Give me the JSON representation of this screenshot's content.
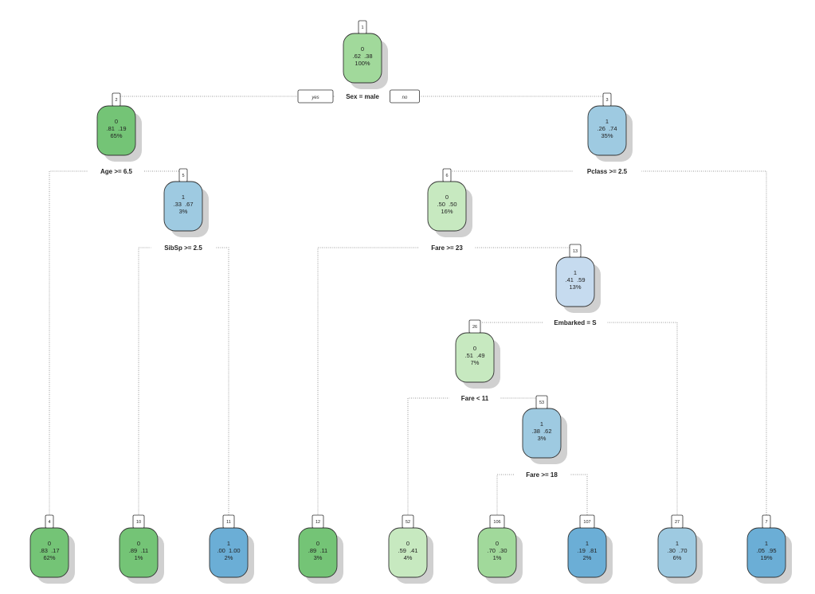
{
  "tree": {
    "yes_label": "yes",
    "no_label": "no",
    "nodes": [
      {
        "id": "1",
        "cls": "0",
        "probs": ".62  .38",
        "pct": "100%",
        "color": "#a1d99b"
      },
      {
        "id": "2",
        "cls": "0",
        "probs": ".81  .19",
        "pct": "65%",
        "color": "#74c476"
      },
      {
        "id": "3",
        "cls": "1",
        "probs": ".26  .74",
        "pct": "35%",
        "color": "#9ecae1"
      },
      {
        "id": "5",
        "cls": "1",
        "probs": ".33  .67",
        "pct": "3%",
        "color": "#9ecae1"
      },
      {
        "id": "6",
        "cls": "0",
        "probs": ".50  .50",
        "pct": "16%",
        "color": "#c7e9c0"
      },
      {
        "id": "13",
        "cls": "1",
        "probs": ".41  .59",
        "pct": "13%",
        "color": "#c6dbef"
      },
      {
        "id": "26",
        "cls": "0",
        "probs": ".51  .49",
        "pct": "7%",
        "color": "#c7e9c0"
      },
      {
        "id": "53",
        "cls": "1",
        "probs": ".38  .62",
        "pct": "3%",
        "color": "#9ecae1"
      },
      {
        "id": "4",
        "cls": "0",
        "probs": ".83  .17",
        "pct": "62%",
        "color": "#74c476"
      },
      {
        "id": "10",
        "cls": "0",
        "probs": ".89  .11",
        "pct": "1%",
        "color": "#74c476"
      },
      {
        "id": "11",
        "cls": "1",
        "probs": ".00  1.00",
        "pct": "2%",
        "color": "#6baed6"
      },
      {
        "id": "12",
        "cls": "0",
        "probs": ".89  .11",
        "pct": "3%",
        "color": "#74c476"
      },
      {
        "id": "52",
        "cls": "0",
        "probs": ".59  .41",
        "pct": "4%",
        "color": "#c7e9c0"
      },
      {
        "id": "106",
        "cls": "0",
        "probs": ".70  .30",
        "pct": "1%",
        "color": "#a1d99b"
      },
      {
        "id": "107",
        "cls": "1",
        "probs": ".19  .81",
        "pct": "2%",
        "color": "#6baed6"
      },
      {
        "id": "27",
        "cls": "1",
        "probs": ".30  .70",
        "pct": "6%",
        "color": "#9ecae1"
      },
      {
        "id": "7",
        "cls": "1",
        "probs": ".05  .95",
        "pct": "19%",
        "color": "#6baed6"
      }
    ],
    "splits": [
      {
        "node": "1",
        "label": "Sex = male",
        "left": "2",
        "right": "3"
      },
      {
        "node": "2",
        "label": "Age >= 6.5",
        "left": "4",
        "right": "5"
      },
      {
        "node": "3",
        "label": "Pclass >= 2.5",
        "left": "6",
        "right": "7"
      },
      {
        "node": "5",
        "label": "SibSp >= 2.5",
        "left": "10",
        "right": "11"
      },
      {
        "node": "6",
        "label": "Fare >= 23",
        "left": "12",
        "right": "13"
      },
      {
        "node": "13",
        "label": "Embarked = S",
        "left": "26",
        "right": "27"
      },
      {
        "node": "26",
        "label": "Fare < 11",
        "left": "52",
        "right": "53"
      },
      {
        "node": "53",
        "label": "Fare >= 18",
        "left": "106",
        "right": "107"
      }
    ]
  }
}
